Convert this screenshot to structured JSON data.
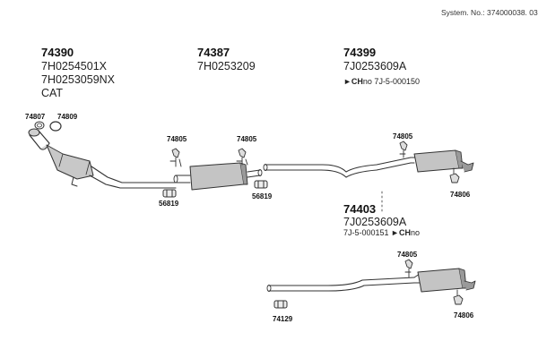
{
  "header": {
    "system_number": "System. No.: 374000038. 03"
  },
  "groups": [
    {
      "part": "74390",
      "codes": [
        "7H0254501X",
        "7H0253059NX",
        "CAT"
      ]
    },
    {
      "part": "74387",
      "codes": [
        "7H0253209"
      ]
    },
    {
      "part": "74399",
      "codes": [
        "7J0253609A"
      ],
      "note_prefix": "►",
      "note_bold": "CH",
      "note_rest": "no 7J-5-000150"
    },
    {
      "part": "74403",
      "codes": [
        "7J0253609A"
      ],
      "note_prefix": "7J-5-000151 ►",
      "note_bold": "CH",
      "note_rest": "no"
    }
  ],
  "callouts": {
    "c74807": "74807",
    "c74809": "74809",
    "c74805_a": "74805",
    "c74805_b": "74805",
    "c74805_c": "74805",
    "c74805_d": "74805",
    "c56819_a": "56819",
    "c56819_b": "56819",
    "c74806_a": "74806",
    "c74806_b": "74806",
    "c74129": "74129"
  },
  "colors": {
    "line": "#333333",
    "fill": "#c8c8c8",
    "fill_dark": "#9a9a9a"
  }
}
